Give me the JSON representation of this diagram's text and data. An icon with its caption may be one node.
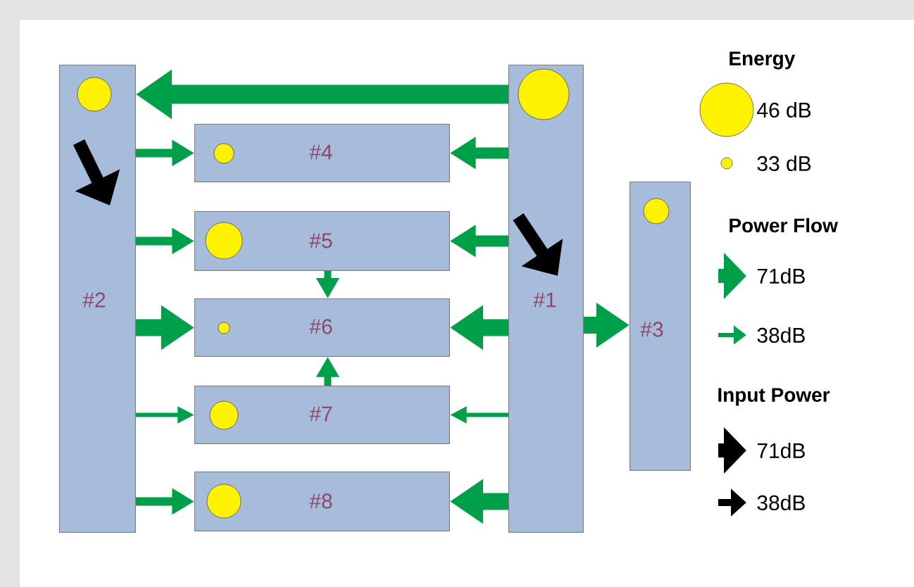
{
  "diagram": {
    "nodes": [
      {
        "text": [
          "#2"
        ]
      },
      {
        "text": [
          "#4"
        ]
      },
      {
        "text": [
          "#5"
        ]
      },
      {
        "text": [
          "#6"
        ]
      },
      {
        "text": [
          "#7"
        ]
      },
      {
        "text": [
          "#8"
        ]
      },
      {
        "text": [
          "#1"
        ]
      },
      {
        "text": [
          "#3"
        ]
      }
    ],
    "edges": [
      {
        "from": 6,
        "to": 0,
        "arrow": "to",
        "style": "thick"
      },
      {
        "from": 0,
        "to": 1,
        "arrow": "to"
      },
      {
        "from": 6,
        "to": 1,
        "arrow": "to"
      },
      {
        "from": 0,
        "to": 2,
        "arrow": "to"
      },
      {
        "from": 6,
        "to": 2,
        "arrow": "to"
      },
      {
        "from": 2,
        "to": 3,
        "arrow": "to"
      },
      {
        "from": 0,
        "to": 3,
        "arrow": "to",
        "style": "thick"
      },
      {
        "from": 6,
        "to": 3,
        "arrow": "to",
        "style": "thick"
      },
      {
        "from": 4,
        "to": 3,
        "arrow": "to"
      },
      {
        "from": 0,
        "to": 4,
        "arrow": "to"
      },
      {
        "from": 6,
        "to": 4,
        "arrow": "to"
      },
      {
        "from": 0,
        "to": 5,
        "arrow": "to"
      },
      {
        "from": 6,
        "to": 5,
        "arrow": "to",
        "style": "thick"
      },
      {
        "from": 6,
        "to": 7,
        "arrow": "to",
        "style": "thick"
      }
    ],
    "labels": [
      "Energy",
      "Power Flow",
      "Input Power"
    ],
    "legend": [
      {
        "text": "46 dB"
      },
      {
        "text": "33 dB"
      },
      {
        "text": "71dB"
      },
      {
        "text": "38dB"
      },
      {
        "text": "71dB"
      },
      {
        "text": "38dB"
      }
    ]
  }
}
